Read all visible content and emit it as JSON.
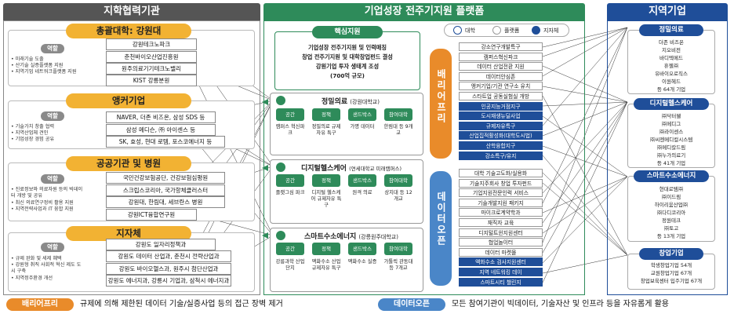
{
  "columns": {
    "left_title": "지학협력기관",
    "center_title": "기업성장 전주기지원 플랫폼",
    "right_title": "지역기업"
  },
  "left": {
    "sections": [
      {
        "title": "총괄대학: 강원대",
        "bullets": [
          "• 미래기술 도출",
          "• 산기술 실증플랫폼 지원",
          "• 지역기업 네트워크플랫폼 지원"
        ],
        "entities": [
          "강원테크노파크",
          "춘천바이오산업진흥원",
          "원주의료기기테크노밸리",
          "KIST 강릉분원"
        ]
      },
      {
        "title": "앵커기업",
        "bullets": [
          "• 기술가치 창출 협력",
          "• 지역산업체 견인",
          "• 기업성장 경험 공유"
        ],
        "entities": [
          "NAVER, 더존 비즈온, 삼성 SDS 등",
          "삼성 메디슨, ㈜ 아이센스 등",
          "SK, 효성, 현대 로템, 포스코에너지 등"
        ]
      },
      {
        "title": "공공기관 및 병원",
        "bullets": [
          "• 진료정보와 의료자원 등의 빅데이터 개방 및 공유",
          "• 최신 의료연구정비 활용 지원",
          "• 지역전략사업과 IT 융합 지원"
        ],
        "entities": [
          "국민건강보험공단, 건강보험심평원",
          "스크립스코리아, 국가항체클러스터",
          "강원대, 한림대, 세브란스 병원",
          "강원ICT융합연구원"
        ]
      },
      {
        "title": "지자체",
        "bullets": [
          "• 규제 완화 및 세제 혜택",
          "• 강원형 취직 사회적 혁신 제도 도시 구축",
          "• 지역정주환경 개선"
        ],
        "entities": [
          "강원도 일자리정책과",
          "강원도 데이터 산업과, 춘천시 전략산업과",
          "강원도 바이오헬스과, 원주시 첨단산업과",
          "강원도 에너지과, 강릉시 기업과, 삼척시 에너지과"
        ]
      }
    ],
    "role_label": "역할"
  },
  "center": {
    "core_title": "핵심지원",
    "core_text": [
      "기업성장 전주기지원 및 인력매칭",
      "창업 전주기지원 및 대학창업펀드 결성",
      "강원기업 투자 생태계 조성",
      "(700억 규모)"
    ],
    "hubs": [
      {
        "title": "정밀의료",
        "sub": "(강원대학교)",
        "cells": [
          "공간",
          "정책",
          "샌드박스",
          "참여대학"
        ],
        "texts": [
          "캠퍼스 혁신파크",
          "정밀의료 규제자유 특구",
          "가명 데이터",
          "한림대 등 9개교"
        ]
      },
      {
        "title": "디지털헬스케어",
        "sub": "(연세대학교 미래캠퍼스)",
        "cells": [
          "공간",
          "정책",
          "샌드박스",
          "참여대학"
        ],
        "texts": [
          "플랫그심 파크",
          "디지털 헬스케어 규제자유 특구",
          "원격 의료",
          "상지대 등 12개교"
        ]
      },
      {
        "title": "스마트수소에너지",
        "sub": "(강릉원주대학교)",
        "cells": [
          "공간",
          "정책",
          "샌드박스",
          "참여대학"
        ],
        "texts": [
          "강릉과학 산업단지",
          "액화수소 산업 규제자유 특구",
          "액화수소 실증",
          "가톨릭 관동대 등 7개교"
        ]
      }
    ],
    "legend": [
      "대학",
      "플랫폼",
      "지자체"
    ],
    "barrier_free_label": "배리어프리",
    "data_open_label": "데이터오픈",
    "barrier_services": [
      {
        "t": "강소연구개발특구",
        "b": false
      },
      {
        "t": "캠퍼스혁신파크",
        "b": false
      },
      {
        "t": "데이터 산업전환 지원",
        "b": false
      },
      {
        "t": "데이터안심존",
        "b": false
      },
      {
        "t": "앵커기업/기관 연구소 유치",
        "b": false
      },
      {
        "t": "스타트업 공동실험실 개방",
        "b": false
      },
      {
        "t": "인공지능거점지구",
        "b": true
      },
      {
        "t": "도시재생뉴딜사업",
        "b": true
      },
      {
        "t": "규제자유특구",
        "b": true
      },
      {
        "t": "산업집적활성화(대학도시법)",
        "b": true
      },
      {
        "t": "산학융합지구",
        "b": true
      },
      {
        "t": "강소특구/유지",
        "b": true
      }
    ],
    "data_services": [
      {
        "t": "대학 기술고도화/실용화",
        "b": false
      },
      {
        "t": "기술지주회사 창업 투자펀드",
        "b": false
      },
      {
        "t": "기업지원전문인력 서비스",
        "b": false
      },
      {
        "t": "기술개발지원 패키지",
        "b": false
      },
      {
        "t": "마이크로계약학과",
        "b": false
      },
      {
        "t": "재직자 교육",
        "b": false
      },
      {
        "t": "디지털트윈지원센터",
        "b": false
      },
      {
        "t": "협업놀이터",
        "b": false
      },
      {
        "t": "데이터 마켓몰",
        "b": false
      },
      {
        "t": "액화수소 검사지원센터",
        "b": true
      },
      {
        "t": "지역 네트워킹 데이",
        "b": true
      },
      {
        "t": "스마트시티 챌린지",
        "b": true
      }
    ]
  },
  "right": {
    "groups": [
      {
        "title": "정밀의료",
        "items": [
          "더존 비즈온",
          "지오비전",
          "바디텍메드",
          "휴젤㈜",
          "유바이오로직스",
          "이원헤드",
          "등 64개 기업"
        ]
      },
      {
        "title": "디지털헬스케어",
        "items": [
          "㈜닥터웰",
          "㈜메디그",
          "㈜라이센스",
          "㈜씨젠메디컬시스템",
          "㈜메디칼드림",
          "㈜누가의료기",
          "등 41개 기업"
        ]
      },
      {
        "title": "스마트수소에너지",
        "items": [
          "현대로템㈜",
          "㈜이드림",
          "하이리움산업㈜",
          "㈜다디코리아",
          "정원테크",
          "㈜토고",
          "등 13개 기업"
        ]
      },
      {
        "title": "창업기업",
        "items": [
          "학생창업기업 54개",
          "교원창업기업 67개",
          "창업보육센터 입주기업 67개"
        ]
      }
    ]
  },
  "footer": {
    "barrier_pill": "배리어프리",
    "barrier_text": "규제에 의해 제한된 데이터 기술/실증사업 등의 접근 장벽 제거",
    "data_pill": "데이터오픈",
    "data_text": "모든 참여기관이 빅데이터, 기술자산 및 인프라 등을 자유롭게 활용"
  },
  "colors": {
    "left_header": "#555555",
    "center_header": "#2e8b5a",
    "right_header": "#1f4e99",
    "section_pill": "#f2b233",
    "barrier_label": "#e98b2a",
    "data_label": "#4a86c8",
    "hub_green": "#2e8b5a",
    "navy": "#1f4e99"
  }
}
